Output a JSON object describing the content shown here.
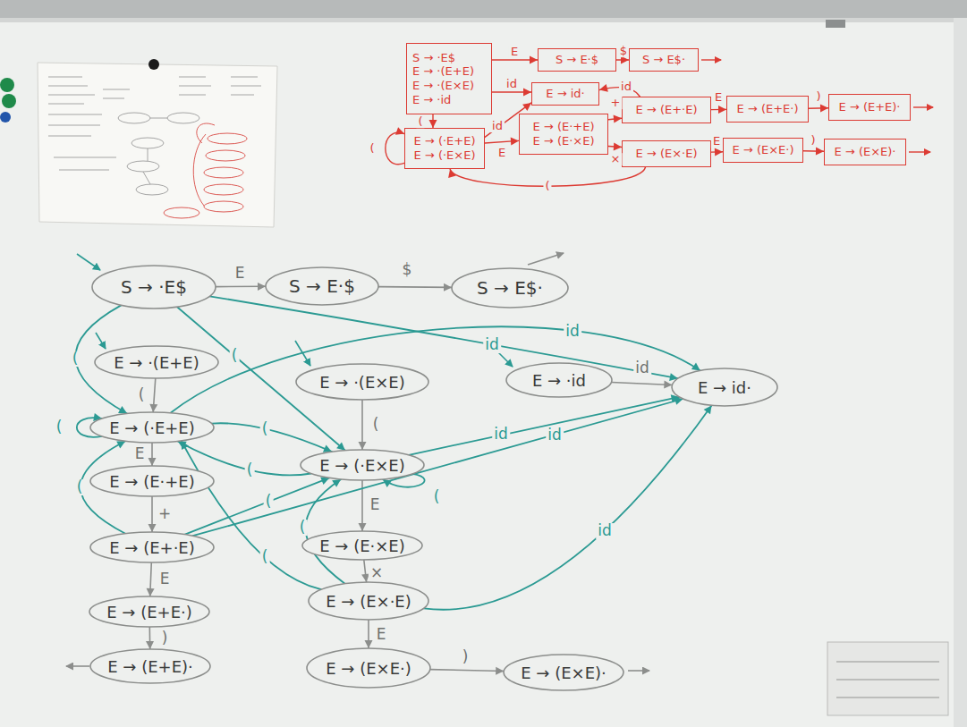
{
  "diagram": {
    "nodes": [
      {
        "text": [
          "S → ·E$",
          "E → ·(E+E)",
          "E → ·(E×E)",
          "E → ·id"
        ]
      },
      {
        "text": [
          "S → E·$"
        ]
      },
      {
        "text": [
          "S → E$·"
        ]
      },
      {
        "text": [
          "E → id·"
        ]
      },
      {
        "text": [
          "E → (·E+E)",
          "E → (·E×E)"
        ]
      },
      {
        "text": [
          "E → (E·+E)",
          "E → (E·×E)"
        ]
      },
      {
        "text": [
          "E → (E+·E)"
        ]
      },
      {
        "text": [
          "E → (E+E·)"
        ]
      },
      {
        "text": [
          "E → (E+E)·"
        ]
      },
      {
        "text": [
          "E → (E×·E)"
        ]
      },
      {
        "text": [
          "E → (E×E·)"
        ]
      },
      {
        "text": [
          "E → (E×E)·"
        ]
      },
      {
        "text": [
          "S → ·E$"
        ]
      },
      {
        "text": [
          "S → E·$"
        ]
      },
      {
        "text": [
          "S → E$·"
        ]
      },
      {
        "text": [
          "E → ·(E+E)"
        ]
      },
      {
        "text": [
          "E → ·(E×E)"
        ]
      },
      {
        "text": [
          "E → ·id"
        ]
      },
      {
        "text": [
          "E → id·"
        ]
      },
      {
        "text": [
          "E → (·E+E)"
        ]
      },
      {
        "text": [
          "E → (·E×E)"
        ]
      },
      {
        "text": [
          "E → (E·+E)"
        ]
      },
      {
        "text": [
          "E → (E·×E)"
        ]
      },
      {
        "text": [
          "E → (E+·E)"
        ]
      },
      {
        "text": [
          "E → (E×·E)"
        ]
      },
      {
        "text": [
          "E → (E+E·)"
        ]
      },
      {
        "text": [
          "E → (E+E)·"
        ]
      },
      {
        "text": [
          "E → (E×E·)"
        ]
      },
      {
        "text": [
          "E → (E×E)·"
        ]
      }
    ],
    "edges": [
      {
        "from": 0,
        "to": 1,
        "label": "E",
        "arrow": "to"
      },
      {
        "from": 1,
        "to": 2,
        "label": "$",
        "arrow": "to"
      },
      {
        "from": 0,
        "to": 3,
        "label": "id",
        "arrow": "to"
      },
      {
        "from": 0,
        "to": 4,
        "label": "(",
        "arrow": "to"
      },
      {
        "from": 4,
        "to": 4,
        "label": "(",
        "arrow": "to"
      },
      {
        "from": 4,
        "to": 5,
        "label": "E",
        "arrow": "to"
      },
      {
        "from": 4,
        "to": 3,
        "label": "id",
        "arrow": "to"
      },
      {
        "from": 5,
        "to": 6,
        "label": "+",
        "arrow": "to"
      },
      {
        "from": 5,
        "to": 9,
        "label": "×",
        "arrow": "to"
      },
      {
        "from": 6,
        "to": 7,
        "label": "E",
        "arrow": "to"
      },
      {
        "from": 7,
        "to": 8,
        "label": ")",
        "arrow": "to"
      },
      {
        "from": 9,
        "to": 10,
        "label": "E",
        "arrow": "to"
      },
      {
        "from": 10,
        "to": 11,
        "label": ")",
        "arrow": "to"
      },
      {
        "from": 6,
        "to": 3,
        "label": "id",
        "arrow": "to"
      },
      {
        "from": 9,
        "to": 4,
        "label": "(",
        "arrow": "to"
      },
      {
        "from": 12,
        "to": 13,
        "label": "E",
        "arrow": "to"
      },
      {
        "from": 13,
        "to": 14,
        "label": "$",
        "arrow": "to"
      },
      {
        "from": 12,
        "to": 19,
        "label": "(",
        "arrow": "to"
      },
      {
        "from": 12,
        "to": 20,
        "label": "(",
        "arrow": "to"
      },
      {
        "from": 12,
        "to": 18,
        "label": "id",
        "arrow": "to"
      },
      {
        "from": 15,
        "to": 19,
        "label": "(",
        "arrow": "to"
      },
      {
        "from": 16,
        "to": 20,
        "label": "(",
        "arrow": "to"
      },
      {
        "from": 17,
        "to": 18,
        "label": "id",
        "arrow": "to"
      },
      {
        "from": 19,
        "to": 21,
        "label": "E",
        "arrow": "to"
      },
      {
        "from": 21,
        "to": 23,
        "label": "+",
        "arrow": "to"
      },
      {
        "from": 23,
        "to": 25,
        "label": "E",
        "arrow": "to"
      },
      {
        "from": 25,
        "to": 26,
        "label": ")",
        "arrow": "to"
      },
      {
        "from": 20,
        "to": 22,
        "label": "E",
        "arrow": "to"
      },
      {
        "from": 22,
        "to": 24,
        "label": "×",
        "arrow": "to"
      },
      {
        "from": 24,
        "to": 27,
        "label": "E",
        "arrow": "to"
      },
      {
        "from": 27,
        "to": 28,
        "label": ")",
        "arrow": "to"
      },
      {
        "from": 19,
        "to": 19,
        "label": "(",
        "arrow": "to"
      },
      {
        "from": 20,
        "to": 20,
        "label": "(",
        "arrow": "to"
      },
      {
        "from": 19,
        "to": 20,
        "label": "(",
        "arrow": "to"
      },
      {
        "from": 20,
        "to": 19,
        "label": "(",
        "arrow": "to"
      },
      {
        "from": 19,
        "to": 18,
        "label": "id",
        "arrow": "to"
      },
      {
        "from": 20,
        "to": 18,
        "label": "id",
        "arrow": "to"
      },
      {
        "from": 23,
        "to": 19,
        "label": "(",
        "arrow": "to"
      },
      {
        "from": 23,
        "to": 20,
        "label": "(",
        "arrow": "to"
      },
      {
        "from": 23,
        "to": 18,
        "label": "id",
        "arrow": "to"
      },
      {
        "from": 24,
        "to": 19,
        "label": "(",
        "arrow": "to"
      },
      {
        "from": 24,
        "to": 20,
        "label": "(",
        "arrow": "to"
      },
      {
        "from": 24,
        "to": 18,
        "label": "id",
        "arrow": "to"
      }
    ]
  }
}
